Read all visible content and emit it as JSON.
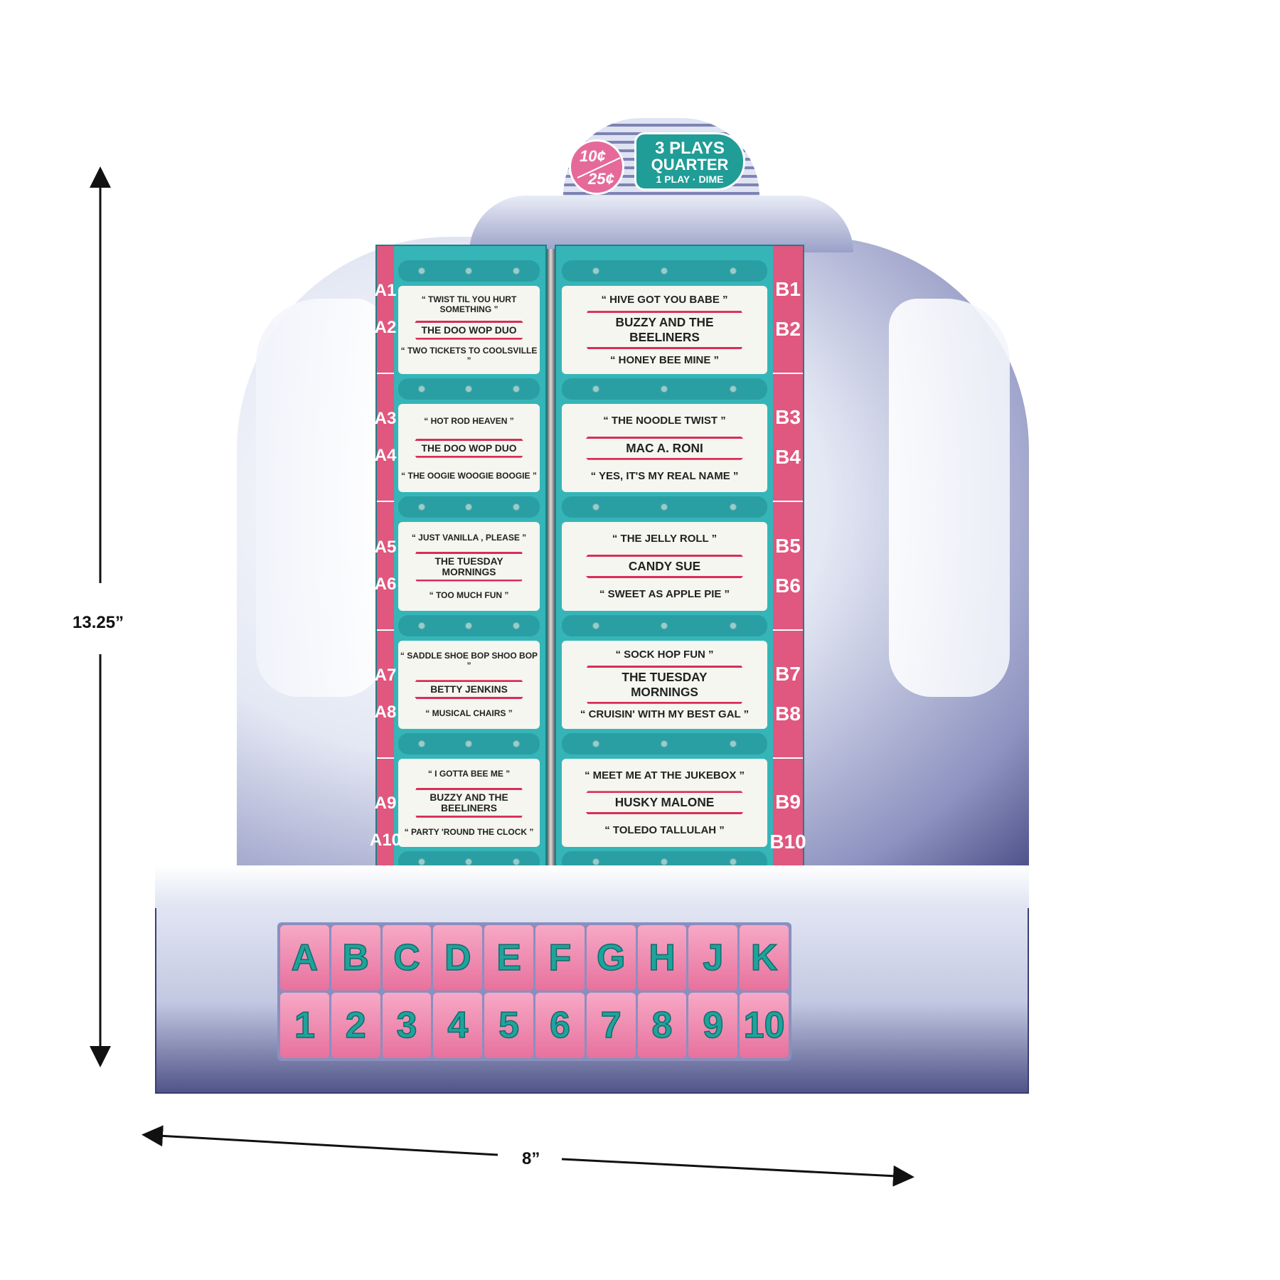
{
  "price_badge": {
    "top": "10¢",
    "bottom": "25¢"
  },
  "plays_badge": {
    "line1": "3 PLAYS",
    "line2": "QUARTER",
    "line3": "1 PLAY · DIME"
  },
  "left_labels": [
    [
      "A1",
      "A2"
    ],
    [
      "A3",
      "A4"
    ],
    [
      "A5",
      "A6"
    ],
    [
      "A7",
      "A8"
    ],
    [
      "A9",
      "A10"
    ]
  ],
  "right_labels": [
    [
      "B1",
      "B2"
    ],
    [
      "B3",
      "B4"
    ],
    [
      "B5",
      "B6"
    ],
    [
      "B7",
      "B8"
    ],
    [
      "B9",
      "B10"
    ]
  ],
  "left_cards": [
    {
      "a": "“ TWIST TIL YOU HURT SOMETHING ”",
      "artist": "THE DOO WOP DUO",
      "b": "“ TWO TICKETS TO COOLSVILLE ”"
    },
    {
      "a": "“ HOT ROD HEAVEN ”",
      "artist": "THE DOO WOP DUO",
      "b": "“ THE OOGIE WOOGIE BOOGIE ”"
    },
    {
      "a": "“ JUST VANILLA , PLEASE ”",
      "artist": "THE TUESDAY MORNINGS",
      "b": "“ TOO MUCH FUN ”"
    },
    {
      "a": "“ SADDLE SHOE BOP SHOO BOP ”",
      "artist": "BETTY JENKINS",
      "b": "“ MUSICAL CHAIRS ”"
    },
    {
      "a": "“ I GOTTA BEE ME ”",
      "artist": "BUZZY AND THE BEELINERS",
      "b": "“ PARTY 'ROUND THE CLOCK ”"
    }
  ],
  "right_cards": [
    {
      "a": "“ HIVE GOT YOU BABE ”",
      "artist": "BUZZY AND THE BEELINERS",
      "b": "“ HONEY BEE MINE ”"
    },
    {
      "a": "“ THE NOODLE TWIST ”",
      "artist": "MAC A. RONI",
      "b": "“ YES, IT'S MY REAL NAME ”"
    },
    {
      "a": "“ THE JELLY ROLL ”",
      "artist": "CANDY SUE",
      "b": "“ SWEET AS APPLE PIE ”"
    },
    {
      "a": "“ SOCK HOP FUN ”",
      "artist": "THE TUESDAY MORNINGS",
      "b": "“ CRUISIN' WITH MY BEST GAL ”"
    },
    {
      "a": "“ MEET ME AT THE JUKEBOX ”",
      "artist": "HUSKY MALONE",
      "b": "“ TOLEDO TALLULAH ”"
    }
  ],
  "letter_keys": [
    "A",
    "B",
    "C",
    "D",
    "E",
    "F",
    "G",
    "H",
    "J",
    "K"
  ],
  "number_keys": [
    "1",
    "2",
    "3",
    "4",
    "5",
    "6",
    "7",
    "8",
    "9",
    "10"
  ],
  "dimensions": {
    "height": "13.25”",
    "width": "8”"
  },
  "colors": {
    "pink": "#e56a9a",
    "teal": "#35b5b8",
    "chrome": "#8d92c0"
  }
}
